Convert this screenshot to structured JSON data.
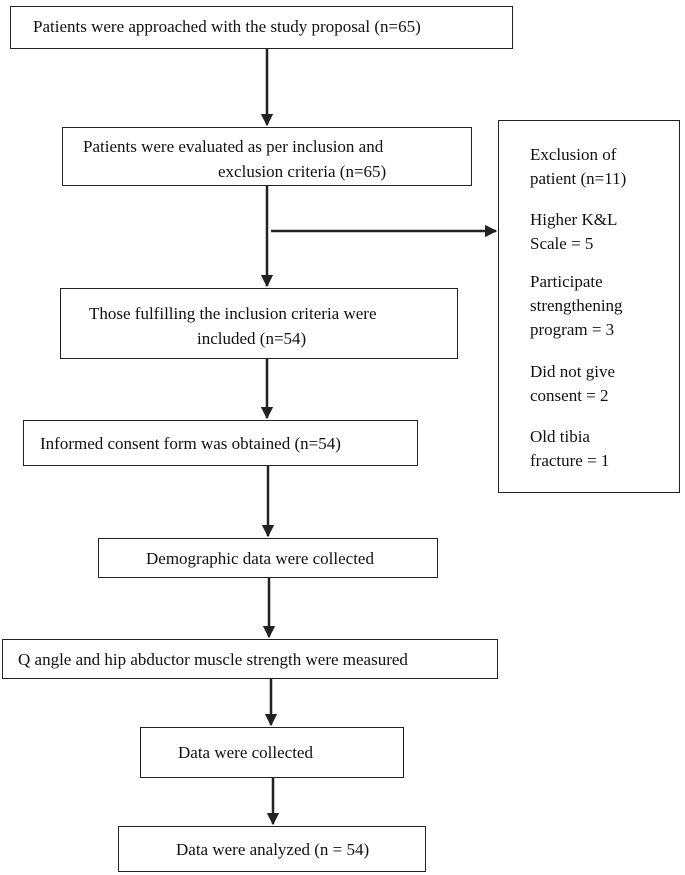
{
  "flowchart": {
    "steps": {
      "approached": "Patients were approached with the study proposal (n=65)",
      "evaluated_line1": "Patients were evaluated as per inclusion and",
      "evaluated_line2": "exclusion criteria (n=65)",
      "included_line1": "Those fulfilling the inclusion criteria were",
      "included_line2": "included (n=54)",
      "consent": "Informed consent form was obtained (n=54)",
      "demographic": "Demographic data were collected",
      "measured": "Q angle and hip abductor muscle strength were measured",
      "collected": "Data were collected",
      "analyzed": "Data were analyzed (n = 54)"
    },
    "exclusion": {
      "title_line1": "Exclusion of",
      "title_line2": "patient (n=11)",
      "kl_line1": "Higher K&L",
      "kl_line2": "Scale = 5",
      "prog_line1": "Participate",
      "prog_line2": "strengthening",
      "prog_line3": "program = 3",
      "consent_line1": "Did not give",
      "consent_line2": "consent = 2",
      "fracture_line1": "Old tibia",
      "fracture_line2": "fracture = 1"
    }
  }
}
